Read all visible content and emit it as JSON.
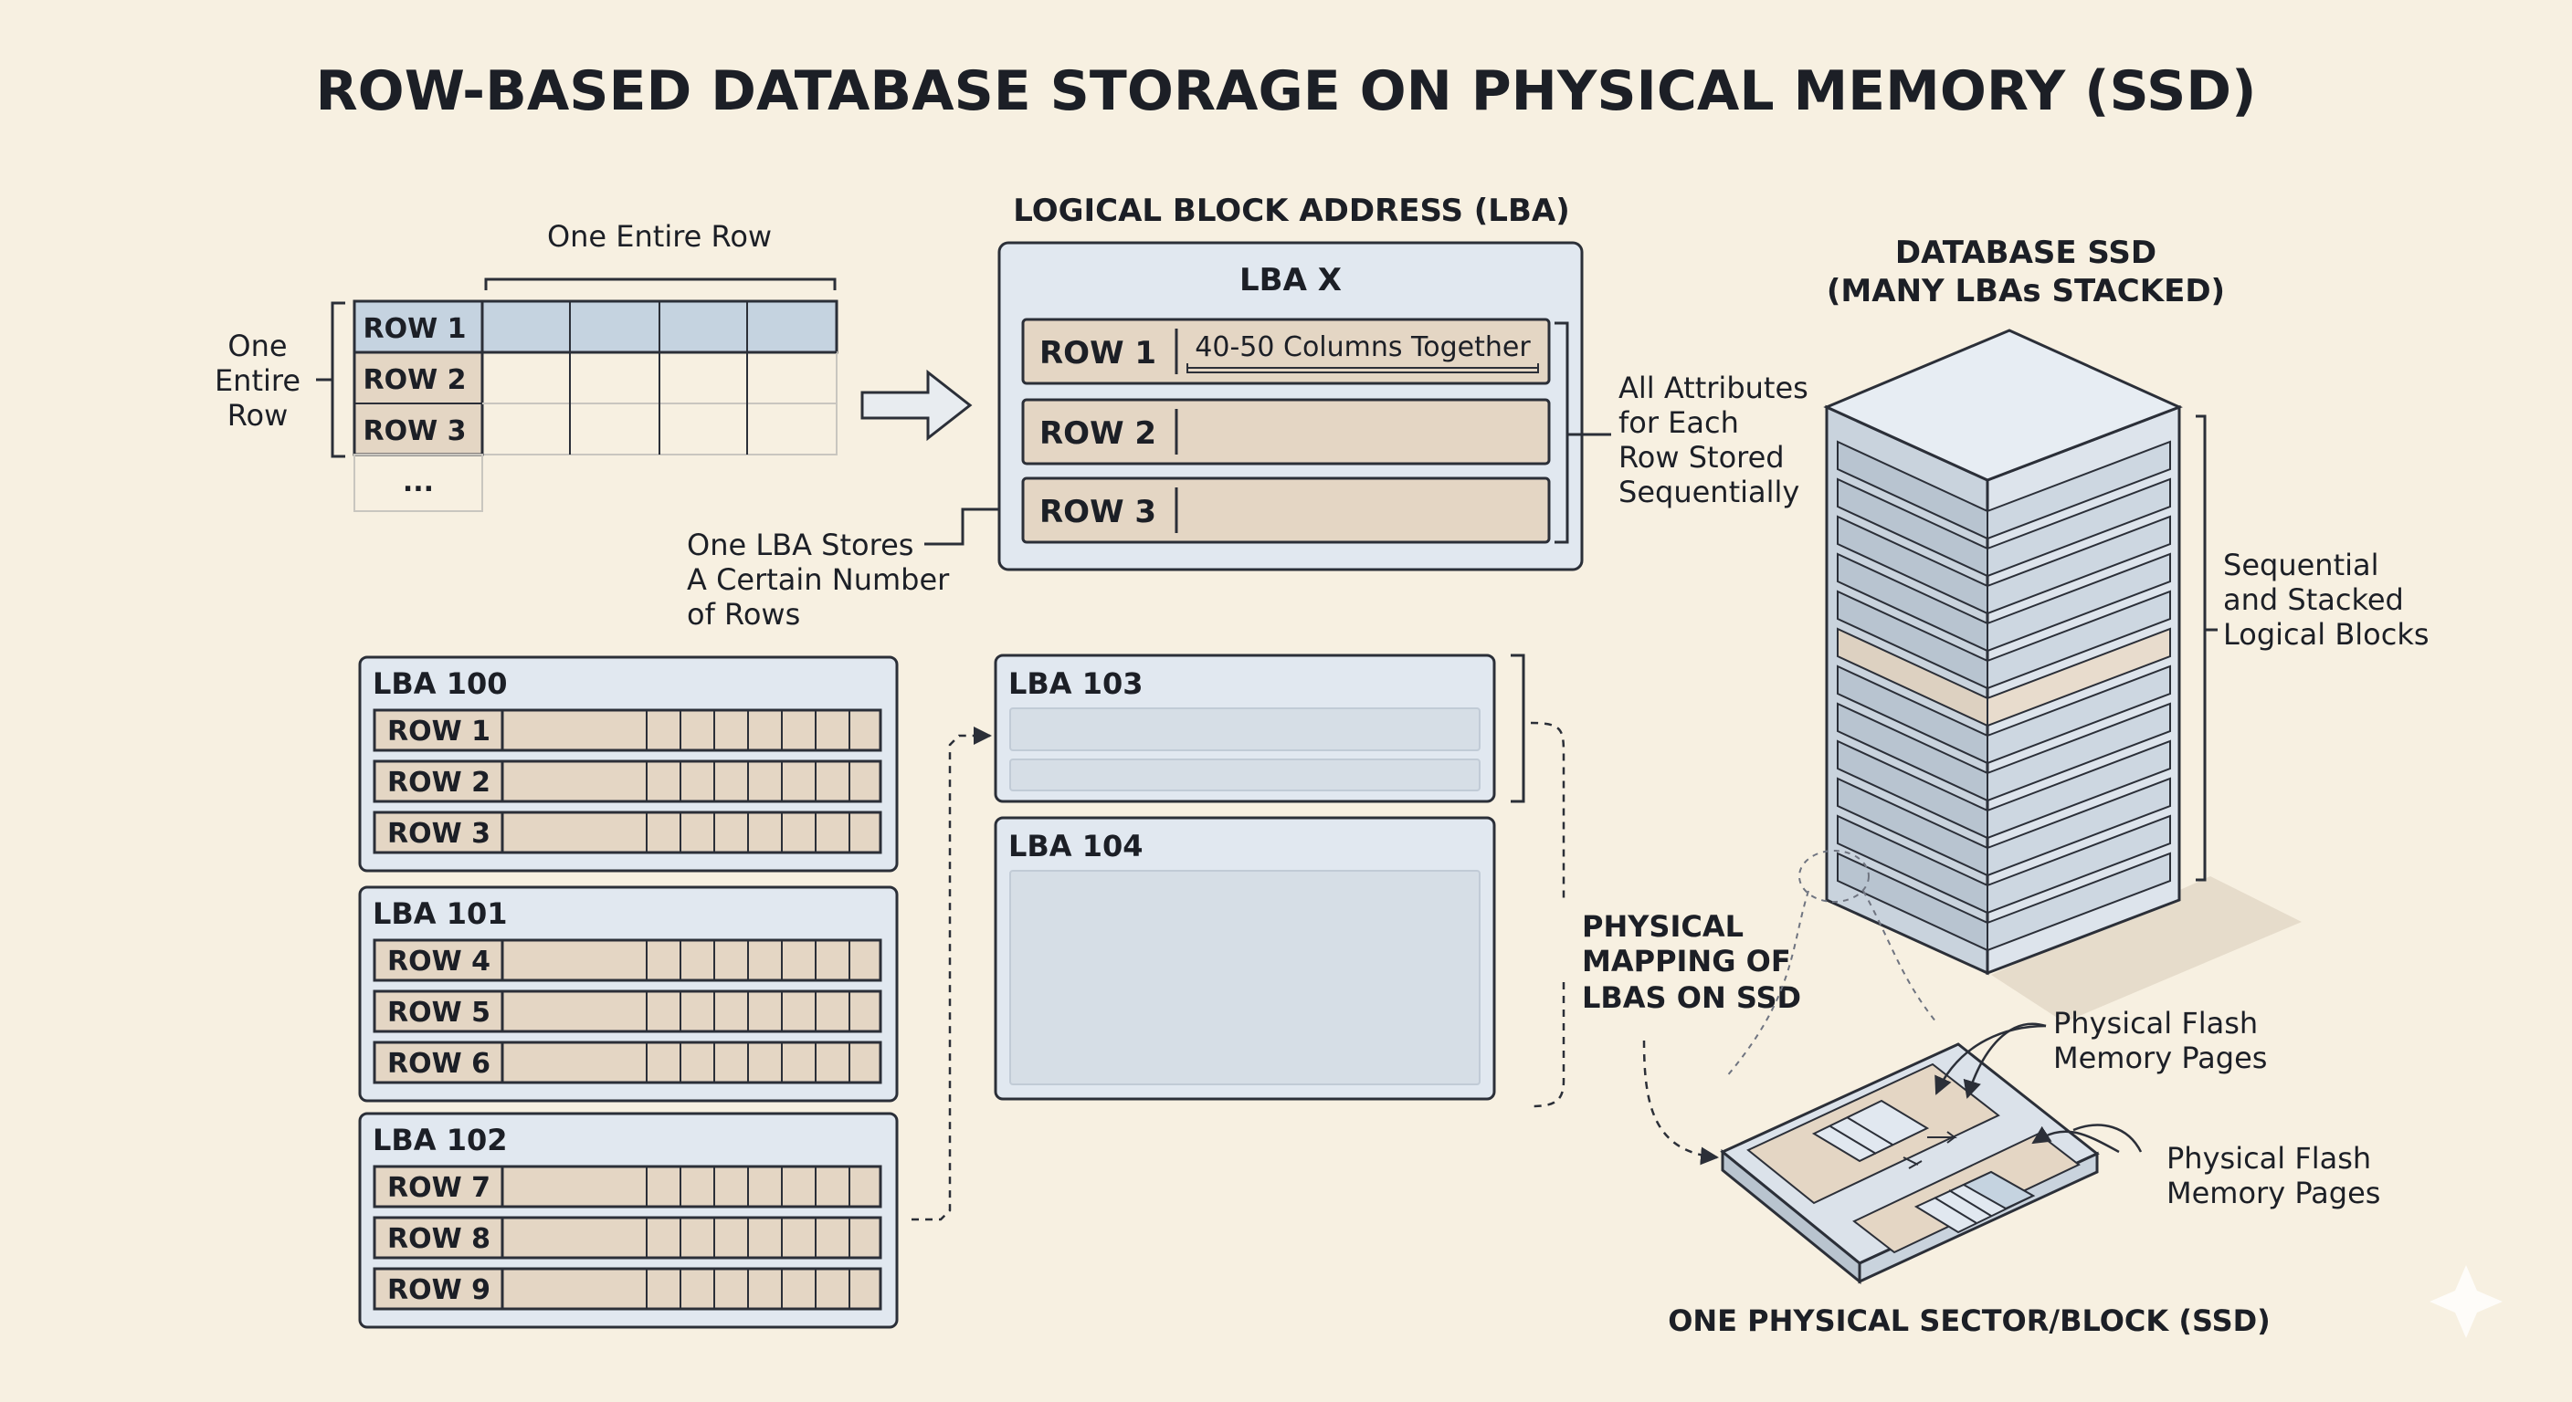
{
  "title": "ROW-BASED DATABASE STORAGE ON PHYSICAL MEMORY (SSD)",
  "table_example": {
    "top_label": "One Entire Row",
    "side_label": [
      "One",
      "Entire",
      "Row"
    ],
    "rows": [
      "ROW 1",
      "ROW 2",
      "ROW 3",
      "..."
    ]
  },
  "lba_detail": {
    "header": "LOGICAL BLOCK ADDRESS (LBA)",
    "name": "LBA X",
    "rows": [
      "ROW 1",
      "ROW 2",
      "ROW 3"
    ],
    "columns_note": "40-50 Columns Together",
    "right_note": [
      "All Attributes",
      "for Each",
      "Row Stored",
      "Sequentially"
    ],
    "bottom_note": [
      "One LBA Stores",
      "A Certain Number",
      "of Rows"
    ]
  },
  "lba_blocks": [
    {
      "name": "LBA 100",
      "rows": [
        "ROW 1",
        "ROW 2",
        "ROW 3"
      ]
    },
    {
      "name": "LBA 101",
      "rows": [
        "ROW 4",
        "ROW 5",
        "ROW 6"
      ]
    },
    {
      "name": "LBA 102",
      "rows": [
        "ROW 7",
        "ROW 8",
        "ROW 9"
      ]
    }
  ],
  "lba_next": [
    {
      "name": "LBA 103"
    },
    {
      "name": "LBA 104"
    }
  ],
  "mapping_label": [
    "PHYSICAL",
    "MAPPING OF",
    "LBAS ON SSD"
  ],
  "ssd": {
    "title": [
      "DATABASE SSD",
      "(MANY LBAs STACKED)"
    ],
    "stack_note": [
      "Sequential",
      "and Stacked",
      "Logical Blocks"
    ],
    "page_note_1": [
      "Physical Flash",
      "Memory Pages"
    ],
    "page_note_2": [
      "Physical Flash",
      "Memory Pages"
    ],
    "sector_label": "ONE PHYSICAL SECTOR/BLOCK (SSD)"
  },
  "colors": {
    "background": "#f7f0e1",
    "panel_blue": "#e1e8f0",
    "row_tan": "#e4d6c4",
    "highlight_blue": "#c5d3e0",
    "outline": "#2b2f38"
  }
}
